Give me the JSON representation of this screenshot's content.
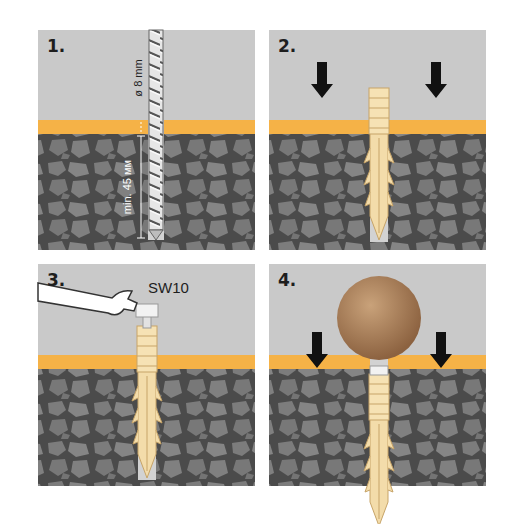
{
  "diagram": {
    "nodes": [
      {
        "text": [
          "1."
        ]
      },
      {
        "text": [
          "2."
        ]
      },
      {
        "text": [
          "3."
        ]
      },
      {
        "text": [
          "4."
        ]
      }
    ],
    "labels": [
      "ø 8 mm",
      "min. 45 мм",
      "SW10"
    ]
  }
}
